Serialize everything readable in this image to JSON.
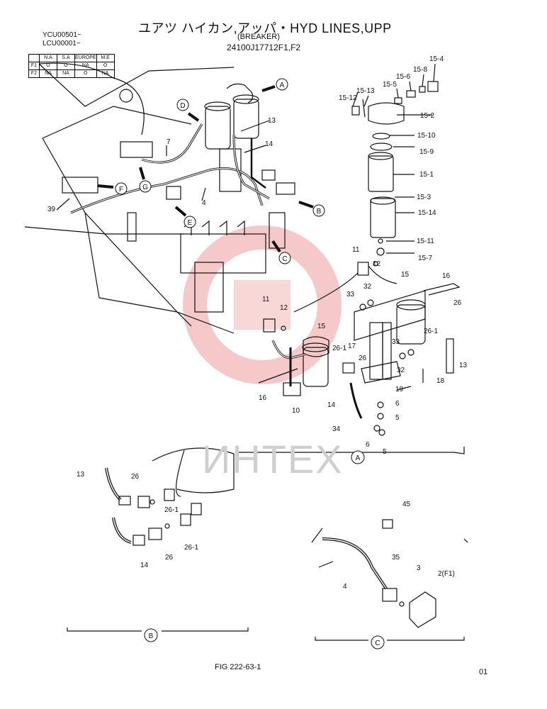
{
  "header": {
    "title": "ユアツ ハイカン,アッパ・HYD LINES,UPP",
    "subtitle": "(BREAKER)",
    "part_number": "24100J17712F1,F2",
    "serial_1": "YCU00501~",
    "serial_2": "LCU00001~"
  },
  "applicability": {
    "columns": [
      "N.A",
      "S.A",
      "EUROPE",
      "M.E"
    ],
    "rows": [
      {
        "label": "F1",
        "values": [
          "O",
          "O",
          "NA",
          "O"
        ]
      },
      {
        "label": "F2",
        "values": [
          "NA",
          "NA",
          "O",
          "NA"
        ]
      }
    ]
  },
  "callouts": {
    "A": "A",
    "B": "B",
    "C": "C",
    "D": "D",
    "E": "E",
    "F": "F",
    "G": "G"
  },
  "part_labels": {
    "p15_4": "15-4",
    "p15_8": "15-8",
    "p15_6": "15-6",
    "p15_5": "15-5",
    "p15_13": "15-13",
    "p15_12": "15-12",
    "p15_2": "15-2",
    "p15_10": "15-10",
    "p15_9": "15-9",
    "p15_1": "15-1",
    "p15_3": "15-3",
    "p15_14": "15-14",
    "p15_11": "15-11",
    "p15_7": "15-7",
    "p15": "15",
    "p15b": "15",
    "p13a": "13",
    "p14a": "14",
    "p7": "7",
    "p4a": "4",
    "p39": "39",
    "p11a": "11",
    "p12a": "12",
    "p16a": "16",
    "p26a": "26",
    "p26_1a": "26-1",
    "p33a": "33",
    "p32a": "32",
    "p11b": "11",
    "p12b": "12",
    "p26_1b": "26-1",
    "p26b": "26",
    "p17": "17",
    "p13b": "13",
    "p33b": "33",
    "p32b": "32",
    "p18": "18",
    "p19": "19",
    "p6a": "6",
    "p5a": "5",
    "p16b": "16",
    "p10": "10",
    "p14b": "14",
    "p34": "34",
    "p6b": "6",
    "p5b": "5",
    "p13c": "13",
    "p26c": "26",
    "p26_1c": "26-1",
    "p14c": "14",
    "p26d": "26",
    "p26_1d": "26-1",
    "p45": "45",
    "p35": "35",
    "p3": "3",
    "p2": "2(F1)",
    "p4b": "4"
  },
  "section_labels": {
    "A": "A",
    "B": "B",
    "C": "C"
  },
  "footer": {
    "figure": "FIG 222-63-1",
    "page": "01",
    "watermark": "ИНТЕХ"
  }
}
